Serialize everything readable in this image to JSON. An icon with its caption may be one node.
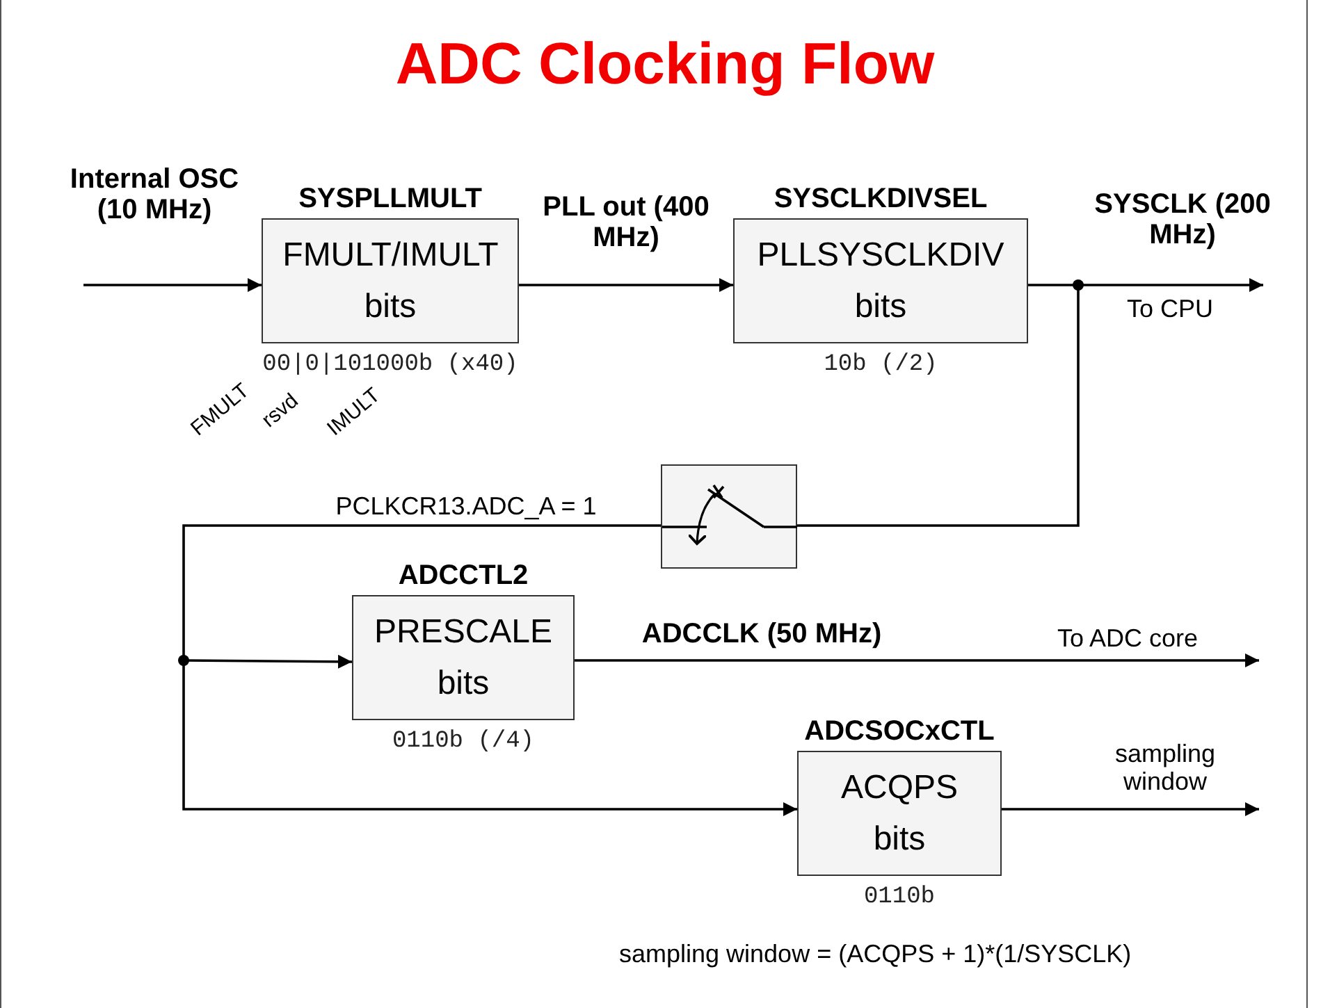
{
  "diagram": {
    "title": "ADC Clocking Flow",
    "nodes": [
      {
        "text": [
          "SYSPLLMULT",
          "FMULT/IMULT bits"
        ],
        "beside": [
          "00|0|101000b (x40)"
        ]
      },
      {
        "text": [
          "SYSCLKDIVSEL",
          "PLLSYSCLKDIV bits"
        ],
        "beside": [
          "10b (/2)"
        ]
      },
      {
        "text": [],
        "shape": "box"
      },
      {
        "text": [
          "ADCCTL2",
          "PRESCALE bits"
        ],
        "beside": [
          "0110b (/4)"
        ]
      },
      {
        "text": [
          "ADCSOCxCTL",
          "ACQPS bits"
        ],
        "beside": [
          "0110b"
        ]
      },
      {
        "text": [],
        "shape": "circle"
      },
      {
        "text": [],
        "shape": "circle"
      }
    ],
    "edges": [
      {
        "from": null,
        "to": 0,
        "arrow": "to",
        "label": "Internal OSC (10 MHz)"
      },
      {
        "from": 0,
        "to": 1,
        "arrow": "to",
        "label": "PLL out (400 MHz)"
      },
      {
        "from": 1,
        "to": 5,
        "arrow": "none"
      },
      {
        "from": 5,
        "to": null,
        "arrow": "to",
        "label": "SYSCLK (200 MHz)"
      },
      {
        "from": 5,
        "to": 2,
        "arrow": "none"
      },
      {
        "from": 2,
        "to": 6,
        "arrow": "none",
        "label": "PCLKCR13.ADC_A = 1"
      },
      {
        "from": 6,
        "to": 3,
        "arrow": "to"
      },
      {
        "from": 6,
        "to": 4,
        "arrow": "to"
      },
      {
        "from": 3,
        "to": null,
        "arrow": "to",
        "label": "ADCCLK (50 MHz)"
      },
      {
        "from": 4,
        "to": null,
        "arrow": "to",
        "label": "sampling window"
      }
    ],
    "labels": [
      "FMULT",
      "rsvd",
      "IMULT",
      "To CPU",
      "To ADC core",
      "sampling window = (ACQPS + 1)*(1/SYSCLK)"
    ]
  }
}
